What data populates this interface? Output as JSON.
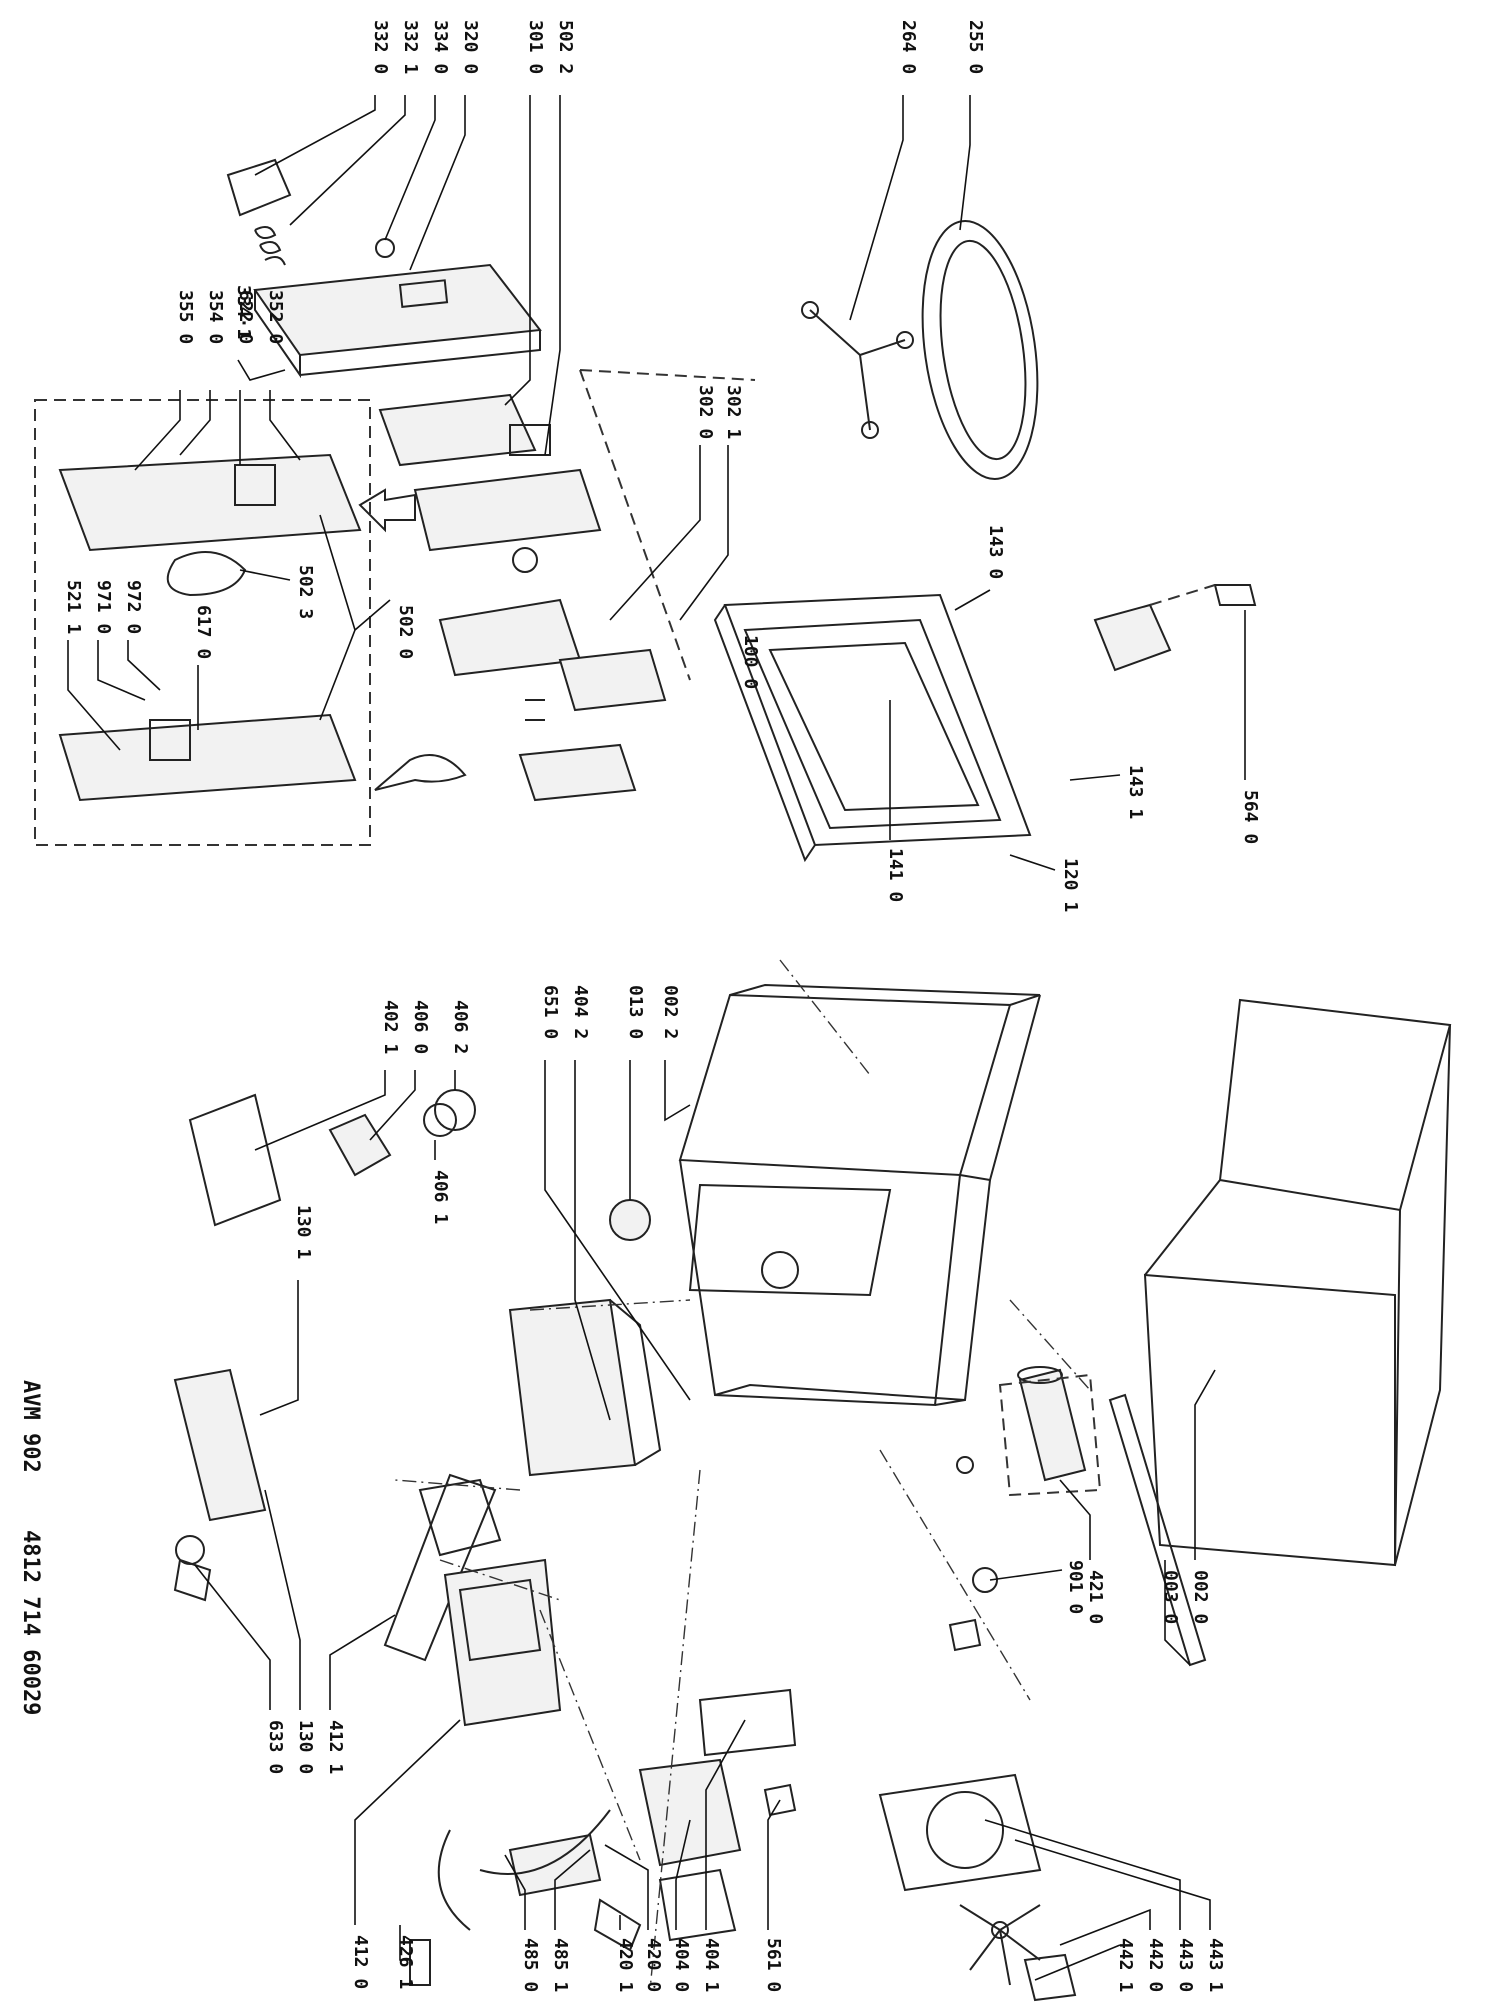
{
  "doc_code": {
    "model": "AVM 902",
    "number": "4812 714 60029"
  },
  "labels": [
    {
      "id": "l-255-0",
      "text": "255 0"
    },
    {
      "id": "l-264-0",
      "text": "264 0"
    },
    {
      "id": "l-502-2",
      "text": "502 2"
    },
    {
      "id": "l-301-0",
      "text": "301 0"
    },
    {
      "id": "l-320-0",
      "text": "320 0"
    },
    {
      "id": "l-334-0",
      "text": "334 0"
    },
    {
      "id": "l-332-1",
      "text": "332 1"
    },
    {
      "id": "l-332-0",
      "text": "332 0"
    },
    {
      "id": "l-334-1",
      "text": "334·1"
    },
    {
      "id": "l-352-0",
      "text": "352 0"
    },
    {
      "id": "l-622-0",
      "text": "622 0"
    },
    {
      "id": "l-354-0",
      "text": "354 0"
    },
    {
      "id": "l-355-0",
      "text": "355 0"
    },
    {
      "id": "l-302-1",
      "text": "302 1"
    },
    {
      "id": "l-302-0",
      "text": "302 0"
    },
    {
      "id": "l-143-0",
      "text": "143 0"
    },
    {
      "id": "l-502-3",
      "text": "502 3"
    },
    {
      "id": "l-617-0",
      "text": "617 0"
    },
    {
      "id": "l-972-0",
      "text": "972 0"
    },
    {
      "id": "l-971-0",
      "text": "971 0"
    },
    {
      "id": "l-521-1",
      "text": "521 1"
    },
    {
      "id": "l-502-0",
      "text": "502 0"
    },
    {
      "id": "l-100-0",
      "text": "100 0"
    },
    {
      "id": "l-141-0",
      "text": "141 0"
    },
    {
      "id": "l-120-1",
      "text": "120 1"
    },
    {
      "id": "l-143-1",
      "text": "143 1"
    },
    {
      "id": "l-564-0",
      "text": "564 0"
    },
    {
      "id": "l-406-2",
      "text": "406 2"
    },
    {
      "id": "l-406-0",
      "text": "406 0"
    },
    {
      "id": "l-402-1",
      "text": "402 1"
    },
    {
      "id": "l-406-1",
      "text": "406 1"
    },
    {
      "id": "l-651-0",
      "text": "651 0"
    },
    {
      "id": "l-404-2",
      "text": "404 2"
    },
    {
      "id": "l-013-0",
      "text": "013 0"
    },
    {
      "id": "l-002-2",
      "text": "002 2"
    },
    {
      "id": "l-130-1",
      "text": "130 1"
    },
    {
      "id": "l-412-1",
      "text": "412 1"
    },
    {
      "id": "l-130-0",
      "text": "130 0"
    },
    {
      "id": "l-633-0",
      "text": "633 0"
    },
    {
      "id": "l-412-0",
      "text": "412 0"
    },
    {
      "id": "l-426-1",
      "text": "426 1"
    },
    {
      "id": "l-485-0",
      "text": "485 0"
    },
    {
      "id": "l-485-1",
      "text": "485 1"
    },
    {
      "id": "l-420-1",
      "text": "420 1"
    },
    {
      "id": "l-420-0",
      "text": "420 0"
    },
    {
      "id": "l-404-0",
      "text": "404 0"
    },
    {
      "id": "l-404-1",
      "text": "404 1"
    },
    {
      "id": "l-561-0",
      "text": "561 0"
    },
    {
      "id": "l-901-0",
      "text": "901 0"
    },
    {
      "id": "l-421-0",
      "text": "421 0"
    },
    {
      "id": "l-003-0",
      "text": "003 0"
    },
    {
      "id": "l-002-0",
      "text": "002 0"
    },
    {
      "id": "l-443-1",
      "text": "443 1"
    },
    {
      "id": "l-443-0",
      "text": "443 0"
    },
    {
      "id": "l-442-0",
      "text": "442 0"
    },
    {
      "id": "l-442-1",
      "text": "442 1"
    }
  ]
}
